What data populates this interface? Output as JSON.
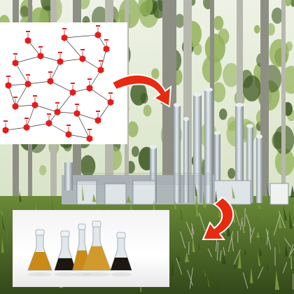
{
  "colors": {
    "sky": "#e9eee2",
    "foliage_dark": "#3f5a22",
    "foliage_light": "#93b25a",
    "trunk": "#b7b8ad",
    "ground": "#4d6b2a",
    "refinery_steel": "#c8d0d6",
    "refinery_shadow": "#8c979e",
    "molecule_ring": "#e41c1c",
    "molecule_bond": "#333333",
    "arrow_fill": "#e82a10",
    "arrow_stroke": "#ffffff",
    "oil_amber": "#c98a16",
    "oil_dark": "#1d1712",
    "glass": "#dfe6ea"
  },
  "elements": {
    "background": "poplar-forest-photo",
    "refinery": "biorefinery-plant",
    "molecule": "lignin-structure-diagram",
    "products": "lignin-oil-flasks",
    "arrows": [
      "curved-arrow-to-refinery",
      "curved-arrow-to-products"
    ]
  }
}
